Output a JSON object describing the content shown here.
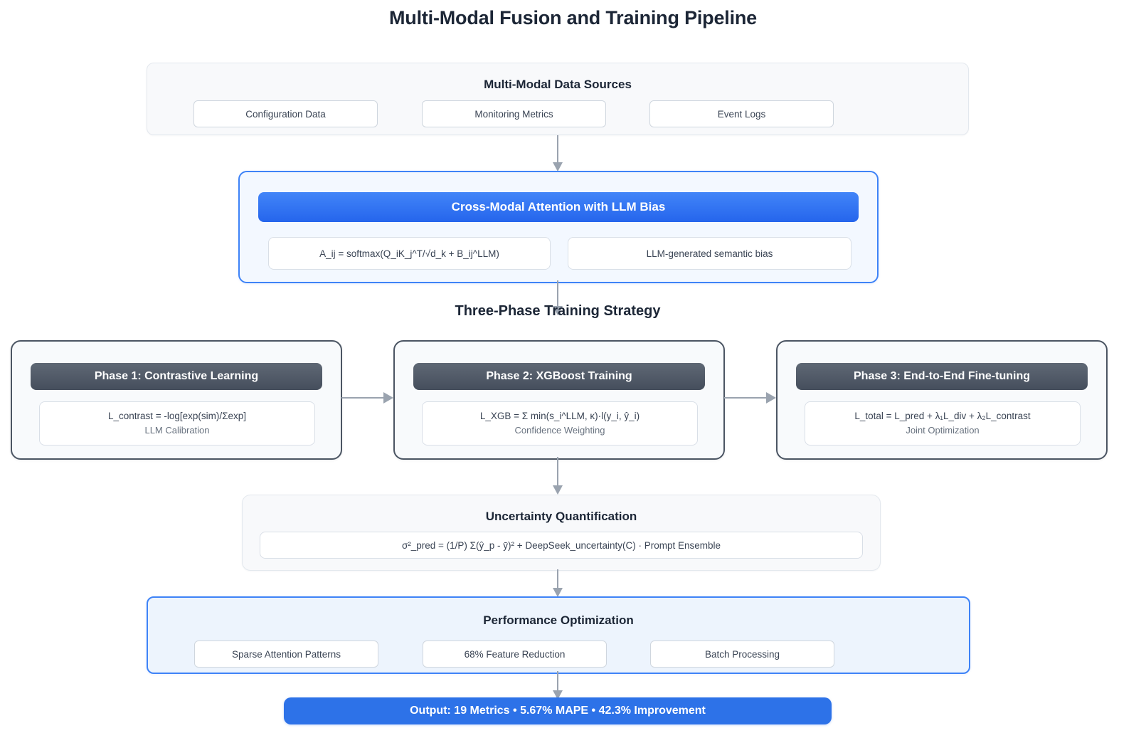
{
  "title": "Multi-Modal Fusion and Training Pipeline",
  "colors": {
    "accent_blue": "#3e83f7",
    "header_blue_gradient_top": "#4285f8",
    "header_blue_gradient_bottom": "#2565ec",
    "header_slate_gradient_top": "#5f6875",
    "header_slate_gradient_bottom": "#454e5c",
    "output_pill": "#2d72e8",
    "arrow_gray": "#9aa3af",
    "text_dark": "#1c2636"
  },
  "data_sources": {
    "title": "Multi-Modal Data Sources",
    "items": [
      "Configuration Data",
      "Monitoring Metrics",
      "Event Logs"
    ]
  },
  "attention": {
    "header": "Cross-Modal Attention with LLM Bias",
    "formula": "A_ij = softmax(Q_iK_j^T/√d_k + B_ij^LLM)",
    "note": "LLM-generated semantic bias"
  },
  "training": {
    "heading": "Three-Phase Training Strategy",
    "phases": [
      {
        "header": "Phase 1: Contrastive Learning",
        "formula": "L_contrast = -log[exp(sim)/Σexp]",
        "label": "LLM Calibration"
      },
      {
        "header": "Phase 2: XGBoost Training",
        "formula": "L_XGB = Σ min(s_i^LLM, κ)·l(y_i, ŷ_i)",
        "label": "Confidence Weighting"
      },
      {
        "header": "Phase 3: End-to-End Fine-tuning",
        "formula": "L_total = L_pred + λ₁L_div + λ₂L_contrast",
        "label": "Joint Optimization"
      }
    ]
  },
  "uncertainty": {
    "title": "Uncertainty Quantification",
    "formula": "σ²_pred = (1/P) Σ(ŷ_p - ȳ)² + DeepSeek_uncertainty(C) · Prompt Ensemble"
  },
  "performance": {
    "title": "Performance Optimization",
    "items": [
      "Sparse Attention Patterns",
      "68% Feature Reduction",
      "Batch Processing"
    ]
  },
  "output": {
    "label": "Output: 19 Metrics • 5.67% MAPE • 42.3% Improvement"
  }
}
